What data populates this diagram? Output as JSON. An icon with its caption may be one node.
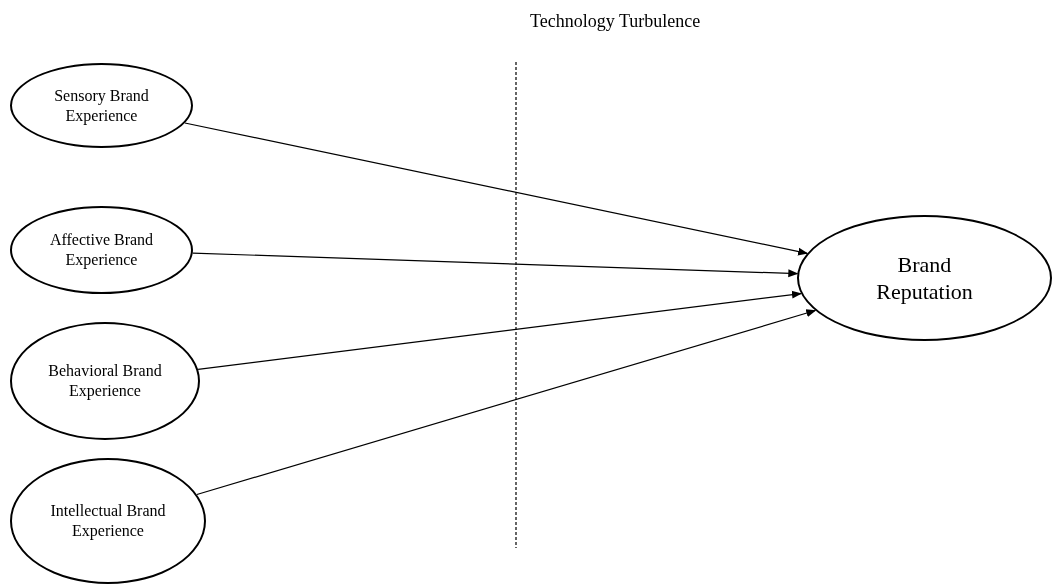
{
  "diagram": {
    "nodes": [
      {
        "text": [
          "Sensory Brand Experience"
        ]
      },
      {
        "text": [
          "Affective Brand Experience"
        ]
      },
      {
        "text": [
          "Behavioral Brand Experience"
        ]
      },
      {
        "text": [
          "Intellectual Brand Experience"
        ]
      },
      {
        "text": [
          "Brand Reputation"
        ]
      }
    ],
    "edges": [
      {
        "from": 0,
        "to": 4,
        "arrow": "to"
      },
      {
        "from": 1,
        "to": 4,
        "arrow": "to"
      },
      {
        "from": 2,
        "to": 4,
        "arrow": "to"
      },
      {
        "from": 3,
        "to": 4,
        "arrow": "to"
      }
    ],
    "labels": [
      "Technology Turbulence"
    ]
  }
}
